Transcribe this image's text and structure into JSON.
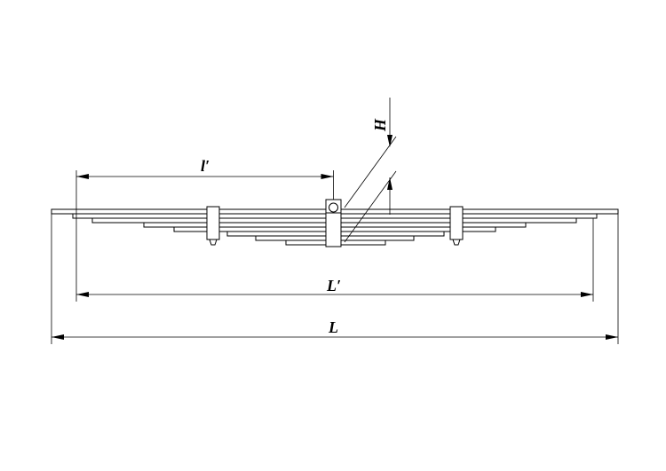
{
  "labels": {
    "overall_length": "L",
    "effective_length": "L′",
    "half_length": "l′",
    "arc_height": "H"
  },
  "colors": {
    "line": "#000000",
    "background": "#ffffff"
  }
}
